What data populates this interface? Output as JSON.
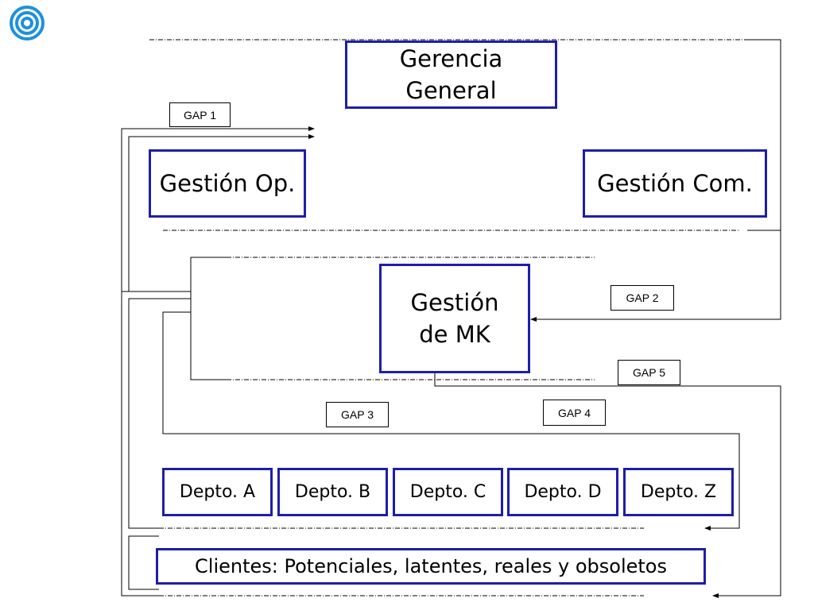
{
  "logo": {
    "icon": "concentric-circles-logo-icon",
    "color": "#1e90e0"
  },
  "colors": {
    "box_border": "#1e1ea8",
    "connector": "#000000"
  },
  "boxes": {
    "gerencia_general": "Gerencia\nGeneral",
    "gestion_op": "Gestión Op.",
    "gestion_com": "Gestión Com.",
    "gestion_mk": "Gestión\n de MK",
    "depto_a": "Depto. A",
    "depto_b": "Depto. B",
    "depto_c": "Depto. C",
    "depto_d": "Depto. D",
    "depto_z": "Depto. Z",
    "clientes": "Clientes: Potenciales, latentes, reales y obsoletos"
  },
  "gaps": {
    "gap1": "GAP 1",
    "gap2": "GAP 2",
    "gap3": "GAP 3",
    "gap4": "GAP 4",
    "gap5": "GAP 5"
  }
}
